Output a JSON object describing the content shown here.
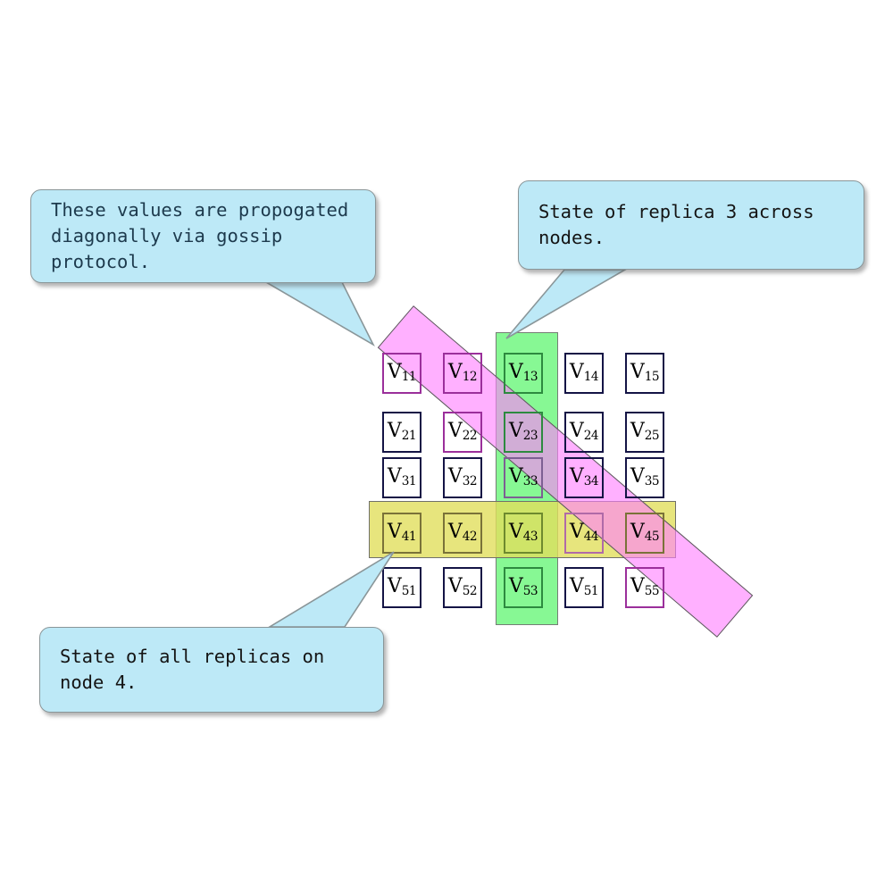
{
  "diagram": {
    "title": "Gossip protocol replica state grid",
    "background_color": "#ffffff"
  },
  "callouts": [
    {
      "id": "gossip",
      "name": "callout-gossip",
      "text": "These values are propogated\ndiagonally via gossip protocol.",
      "fill_color": "#bde9f7",
      "border_color": "#8a9699",
      "text_color": "#1d3a4d",
      "points_to": "diagonal-band"
    },
    {
      "id": "replica3",
      "name": "callout-replica3",
      "text": "State of replica 3 across nodes.",
      "fill_color": "#bde9f7",
      "border_color": "#8a9699",
      "text_color": "#141414",
      "points_to": "column-band"
    },
    {
      "id": "node4",
      "name": "callout-node4",
      "text": "State of all replicas on node 4.",
      "fill_color": "#bde9f7",
      "border_color": "#8a9699",
      "text_color": "#141414",
      "points_to": "row-band"
    }
  ],
  "bands": {
    "column": {
      "label": "replica-3-column",
      "color": "#73f782",
      "border_color": "#757d75",
      "covers": [
        "V13",
        "V23",
        "V33",
        "V43",
        "V53"
      ]
    },
    "row": {
      "label": "node-4-row",
      "color": "#e1de5c",
      "border_color": "#70706a",
      "covers": [
        "V41",
        "V42",
        "V43",
        "V44",
        "V45"
      ]
    },
    "diagonal": {
      "label": "gossip-diagonal",
      "color": "#ff80ff",
      "border_color": "#5a5a5a",
      "covers": [
        "V11",
        "V22",
        "V33",
        "V44",
        "V55"
      ]
    }
  },
  "grid": {
    "rows": 5,
    "cols": 5,
    "cell_border_color": "#141445",
    "cells": [
      [
        {
          "base": "V",
          "sub": "11",
          "highlight": "pink"
        },
        {
          "base": "V",
          "sub": "12",
          "highlight": "pink"
        },
        {
          "base": "V",
          "sub": "13",
          "highlight": "green"
        },
        {
          "base": "V",
          "sub": "14",
          "highlight": "none"
        },
        {
          "base": "V",
          "sub": "15",
          "highlight": "none"
        }
      ],
      [
        {
          "base": "V",
          "sub": "21",
          "highlight": "none"
        },
        {
          "base": "V",
          "sub": "22",
          "highlight": "pink"
        },
        {
          "base": "V",
          "sub": "23",
          "highlight": "green"
        },
        {
          "base": "V",
          "sub": "24",
          "highlight": "none"
        },
        {
          "base": "V",
          "sub": "25",
          "highlight": "none"
        }
      ],
      [
        {
          "base": "V",
          "sub": "31",
          "highlight": "none"
        },
        {
          "base": "V",
          "sub": "32",
          "highlight": "none"
        },
        {
          "base": "V",
          "sub": "33",
          "highlight": "purple"
        },
        {
          "base": "V",
          "sub": "34",
          "highlight": "none"
        },
        {
          "base": "V",
          "sub": "35",
          "highlight": "none"
        }
      ],
      [
        {
          "base": "V",
          "sub": "41",
          "highlight": "olive"
        },
        {
          "base": "V",
          "sub": "42",
          "highlight": "olive"
        },
        {
          "base": "V",
          "sub": "43",
          "highlight": "yellowgreen"
        },
        {
          "base": "V",
          "sub": "44",
          "highlight": "magenta"
        },
        {
          "base": "V",
          "sub": "45",
          "highlight": "olive"
        }
      ],
      [
        {
          "base": "V",
          "sub": "51",
          "highlight": "none"
        },
        {
          "base": "V",
          "sub": "52",
          "highlight": "none"
        },
        {
          "base": "V",
          "sub": "53",
          "highlight": "green"
        },
        {
          "base": "V",
          "sub": "51",
          "highlight": "none"
        },
        {
          "base": "V",
          "sub": "55",
          "highlight": "pink"
        }
      ]
    ]
  }
}
